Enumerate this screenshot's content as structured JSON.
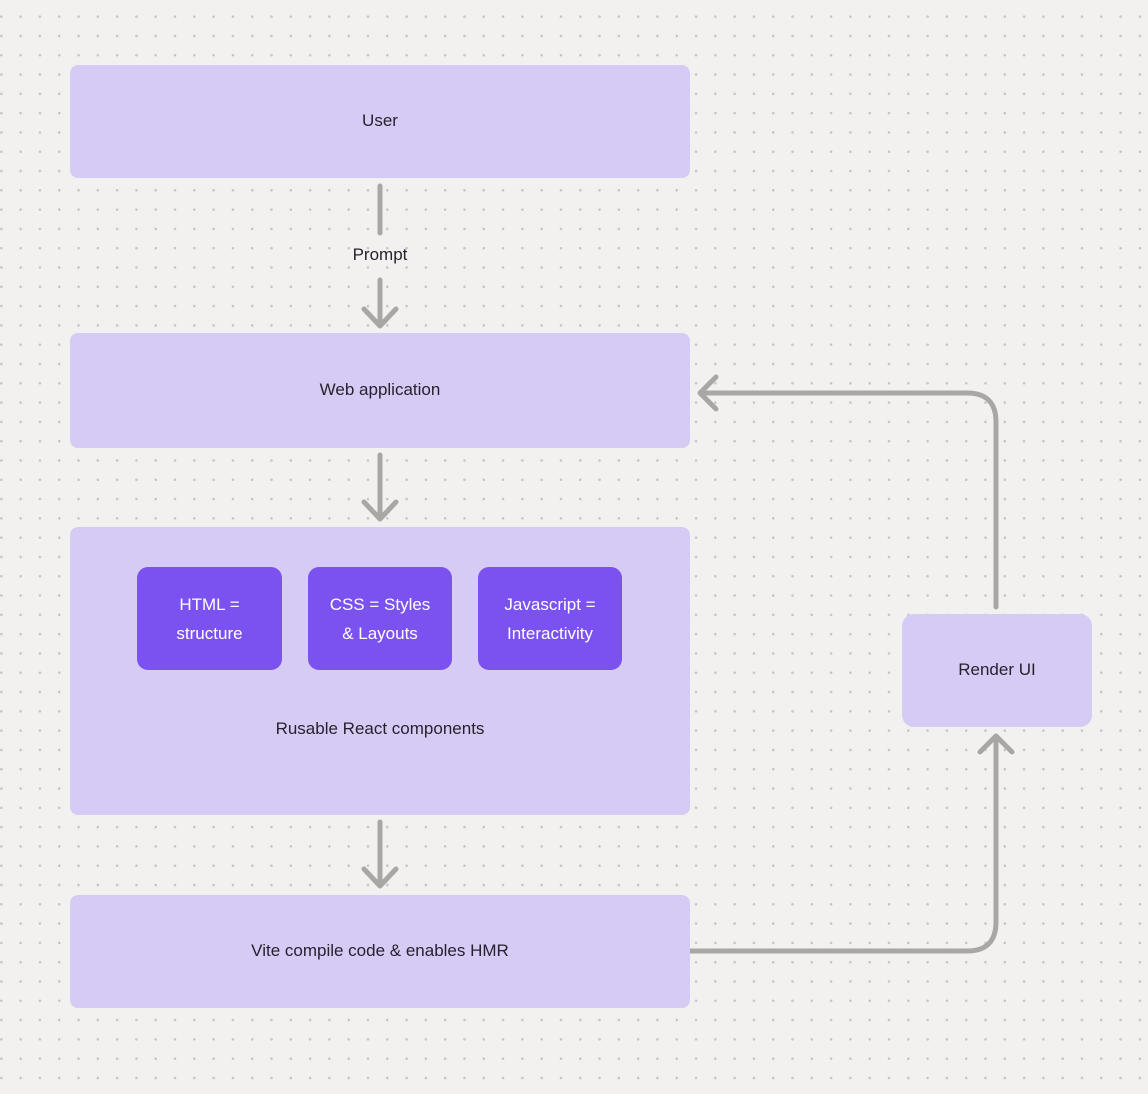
{
  "diagram": {
    "nodes": {
      "user": {
        "label": "User"
      },
      "web_application": {
        "label": "Web application"
      },
      "components_group": {
        "label": "Rusable React components",
        "chips": [
          {
            "label": "HTML =\nstructure"
          },
          {
            "label": "CSS = Styles\n& Layouts"
          },
          {
            "label": "Javascript =\nInteractivity"
          }
        ]
      },
      "vite": {
        "label": "Vite compile code & enables HMR"
      },
      "render_ui": {
        "label": "Render UI"
      }
    },
    "edges": {
      "prompt_label": "Prompt"
    },
    "colors": {
      "background": "#f2f1ef",
      "dot": "#c7c5c2",
      "node_fill": "#d6cbf4",
      "chip_fill": "#7b52f0",
      "chip_text": "#ffffff",
      "text": "#26222e",
      "connector": "#a9a7a4"
    }
  }
}
